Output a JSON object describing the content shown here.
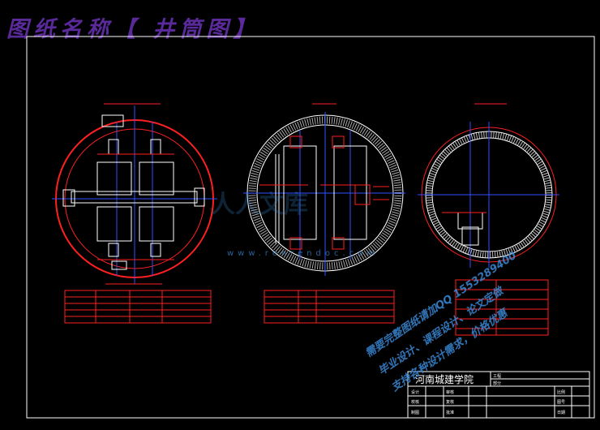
{
  "drawing_title": "图纸名称【 井筒图】",
  "title_block": {
    "school": "河南城建学院",
    "project_label": "工程",
    "section_label": "部分",
    "rows": [
      {
        "c1": "设计",
        "c3": "审核",
        "c5": "比例"
      },
      {
        "c1": "校核",
        "c3": "复核",
        "c5": "图号"
      },
      {
        "c1": "制图",
        "c3": "批准",
        "c5": "日期"
      }
    ]
  },
  "watermarks": {
    "line1": "需要完整图纸请加QQ 1553289400",
    "line2": "毕业设计、课程设计、论文定做",
    "line3": "支持各种设计需求，价格优惠",
    "site": "www.renrendoc.com",
    "logo": "人人文库"
  },
  "colors": {
    "background": "#000000",
    "frame": "#ffffff",
    "outline": "#ff2020",
    "axis": "#3050ff",
    "watermark": "#3a8ad8",
    "title": "#5a2a9a"
  }
}
